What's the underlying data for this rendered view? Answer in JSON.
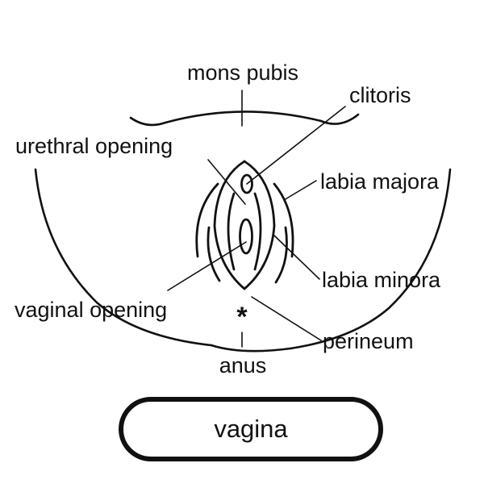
{
  "labels": {
    "mons_pubis": "mons pubis",
    "clitoris": "clitoris",
    "urethral_opening": "urethral opening",
    "labia_majora": "labia majora",
    "labia_minora": "labia minora",
    "vaginal_opening": "vaginal opening",
    "perineum": "perineum",
    "anus": "anus"
  },
  "anus_mark": "*",
  "title": "vagina",
  "colors": {
    "line": "#111111",
    "background": "#ffffff"
  }
}
